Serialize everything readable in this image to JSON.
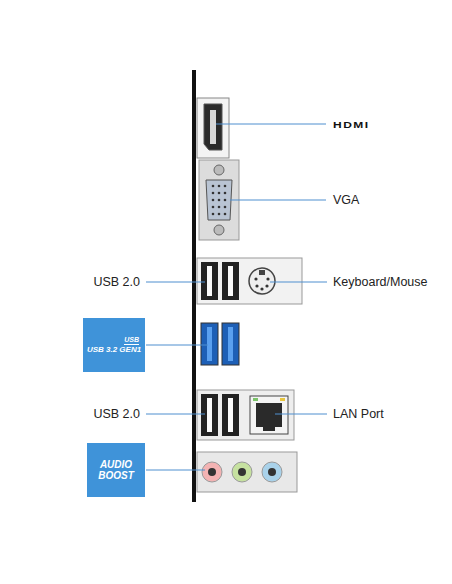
{
  "diagram": {
    "nodes": [
      {
        "text": [
          "USB",
          "USB 3.2 GEN1"
        ]
      },
      {
        "text": [
          "AUDIO BOOST"
        ]
      }
    ],
    "labels": [
      "HDMI",
      "VGA",
      "USB 2.0",
      "Keyboard/Mouse",
      "USB 2.0",
      "LAN Port"
    ]
  }
}
